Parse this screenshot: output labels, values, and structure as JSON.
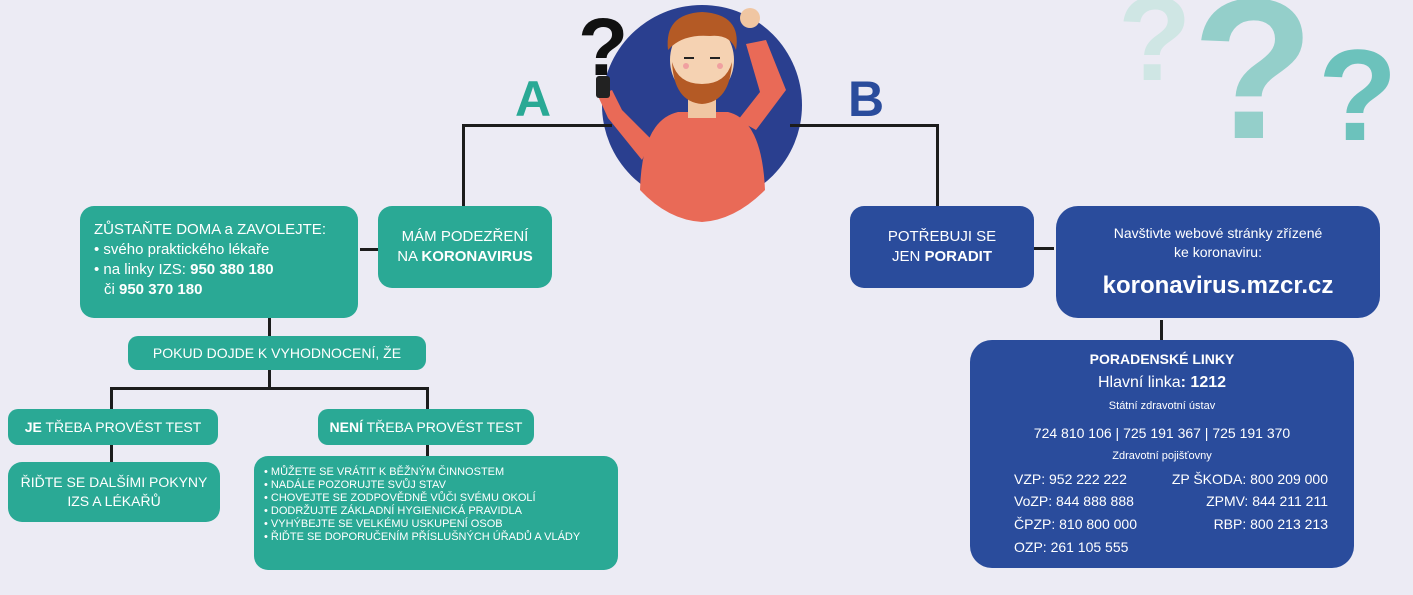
{
  "letters": {
    "a": "A",
    "b": "B"
  },
  "question_marks": [
    "?",
    "?",
    "?",
    "?"
  ],
  "colors": {
    "teal": "#2aa995",
    "blue": "#2a4c9c",
    "background": "#ecebf4",
    "line": "#1c1c1c",
    "question_teal": "#7fc9c4"
  },
  "suspect": {
    "line1": "MÁM PODEZŘENÍ",
    "line2_prefix": "NA ",
    "line2_bold": "KORONAVIRUS"
  },
  "stay_home": {
    "title": "ZŮSTAŇTE DOMA a ZAVOLEJTE:",
    "item1": "• svého praktického lékaře",
    "item2_prefix": "• na linky IZS: ",
    "item2_number": "950 380 180",
    "item3_prefix": "či ",
    "item3_number": "950 370 180"
  },
  "evaluation": "POKUD DOJDE K VYHODNOCENÍ, ŽE",
  "test_needed": {
    "bold": "JE",
    "rest": " TŘEBA PROVÉST TEST"
  },
  "test_not_needed": {
    "bold": "NENÍ",
    "rest": " TŘEBA PROVÉST TEST"
  },
  "follow_instructions": {
    "line1": "ŘIĎTE SE DALŠÍMI POKYNY",
    "line2": "IZS A LÉKAŘŮ"
  },
  "no_test_items": [
    "• MŮŽETE SE VRÁTIT K BĚŽNÝM ČINNOSTEM",
    "• NADÁLE POZORUJTE SVŮJ STAV",
    "• CHOVEJTE SE ZODPOVĚDNĚ VŮČI SVÉMU OKOLÍ",
    "• DODRŽUJTE ZÁKLADNÍ HYGIENICKÁ PRAVIDLA",
    "• VYHÝBEJTE SE VELKÉMU USKUPENÍ OSOB",
    "• ŘIĎTE SE DOPORUČENÍM PŘÍSLUŠNÝCH ÚŘADŮ A VLÁDY"
  ],
  "advice": {
    "line1": "POTŘEBUJI SE",
    "line2_prefix": "JEN ",
    "line2_bold": "PORADIT"
  },
  "website": {
    "line1": "Navštivte webové stránky zřízené",
    "line2": "ke koronaviru:",
    "url": "koronavirus.mzcr.cz"
  },
  "hotlines": {
    "title": "PORADENSKÉ LINKY",
    "main_prefix": "Hlavní linka",
    "main_number": ": 1212",
    "szu_label": "Státní zdravotní ústav",
    "szu_numbers": "724 810 106 | 725 191 367 |  725 191 370",
    "insurers_label": "Zdravotní pojišťovny",
    "insurers": [
      {
        "name": "VZP:",
        "number": "952 222 222"
      },
      {
        "name": "VoZP:",
        "number": "844 888 888"
      },
      {
        "name": "ČPZP:",
        "number": "810 800 000"
      },
      {
        "name": "OZP:",
        "number": "261 105 555"
      },
      {
        "name": "ZP ŠKODA:",
        "number": "800 209 000"
      },
      {
        "name": "ZPMV:",
        "number": "844 211 211"
      },
      {
        "name": "RBP:",
        "number": "800 213 213"
      }
    ]
  }
}
